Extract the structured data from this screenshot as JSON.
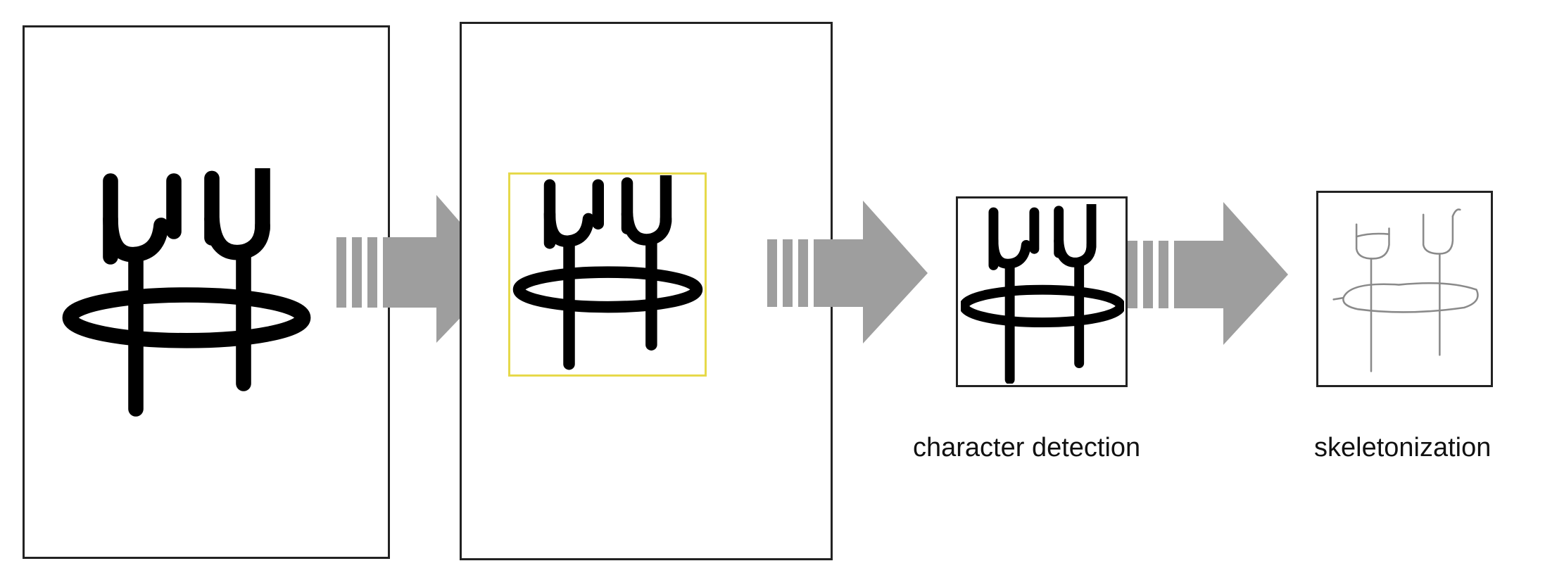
{
  "steps": [
    {
      "id": "input-page"
    },
    {
      "id": "detected-page"
    },
    {
      "id": "character-crop",
      "caption": "character detection"
    },
    {
      "id": "skeleton",
      "caption": "skeletonization"
    }
  ],
  "colors": {
    "arrow": "#9e9e9e",
    "detection_box": "#e6d94a",
    "ink": "#000000",
    "skeleton_stroke": "#8a8a8a",
    "border": "#222222"
  },
  "icons": [
    "ink-glyph-icon",
    "arrow-right-icon"
  ]
}
